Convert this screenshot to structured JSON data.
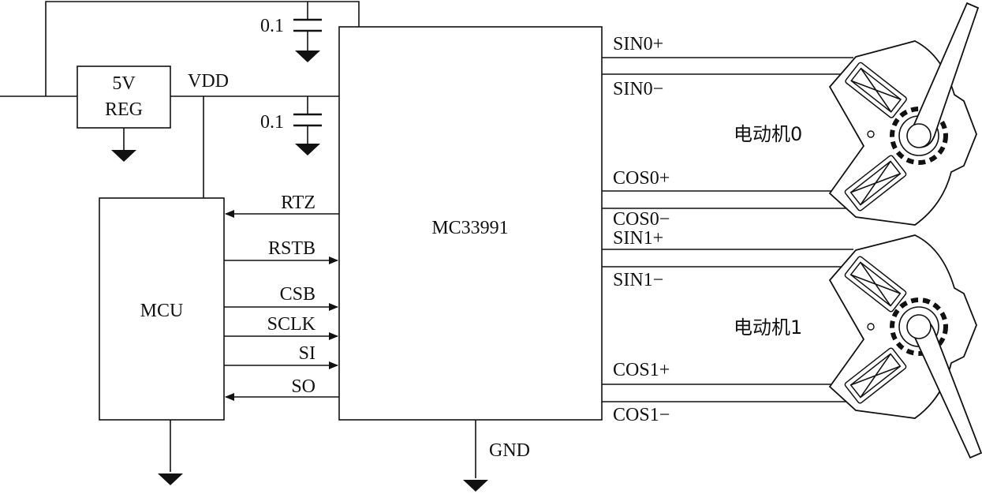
{
  "components": {
    "regulator": {
      "line1": "5V",
      "line2": "REG"
    },
    "vdd_label": "VDD",
    "capacitor_top": "0.1",
    "capacitor_bottom": "0.1",
    "ic": "MC33991",
    "mcu": "MCU",
    "gnd_label": "GND"
  },
  "signals_left": [
    "RTZ",
    "RSTB",
    "CSB",
    "SCLK",
    "SI",
    "SO"
  ],
  "signals_right": {
    "motor0": [
      "SIN0+",
      "SIN0−",
      "COS0+",
      "COS0−"
    ],
    "motor1": [
      "SIN1+",
      "SIN1−",
      "COS1+",
      "COS1−"
    ]
  },
  "motors": {
    "motor0": "电动机0",
    "motor1": "电动机1"
  }
}
